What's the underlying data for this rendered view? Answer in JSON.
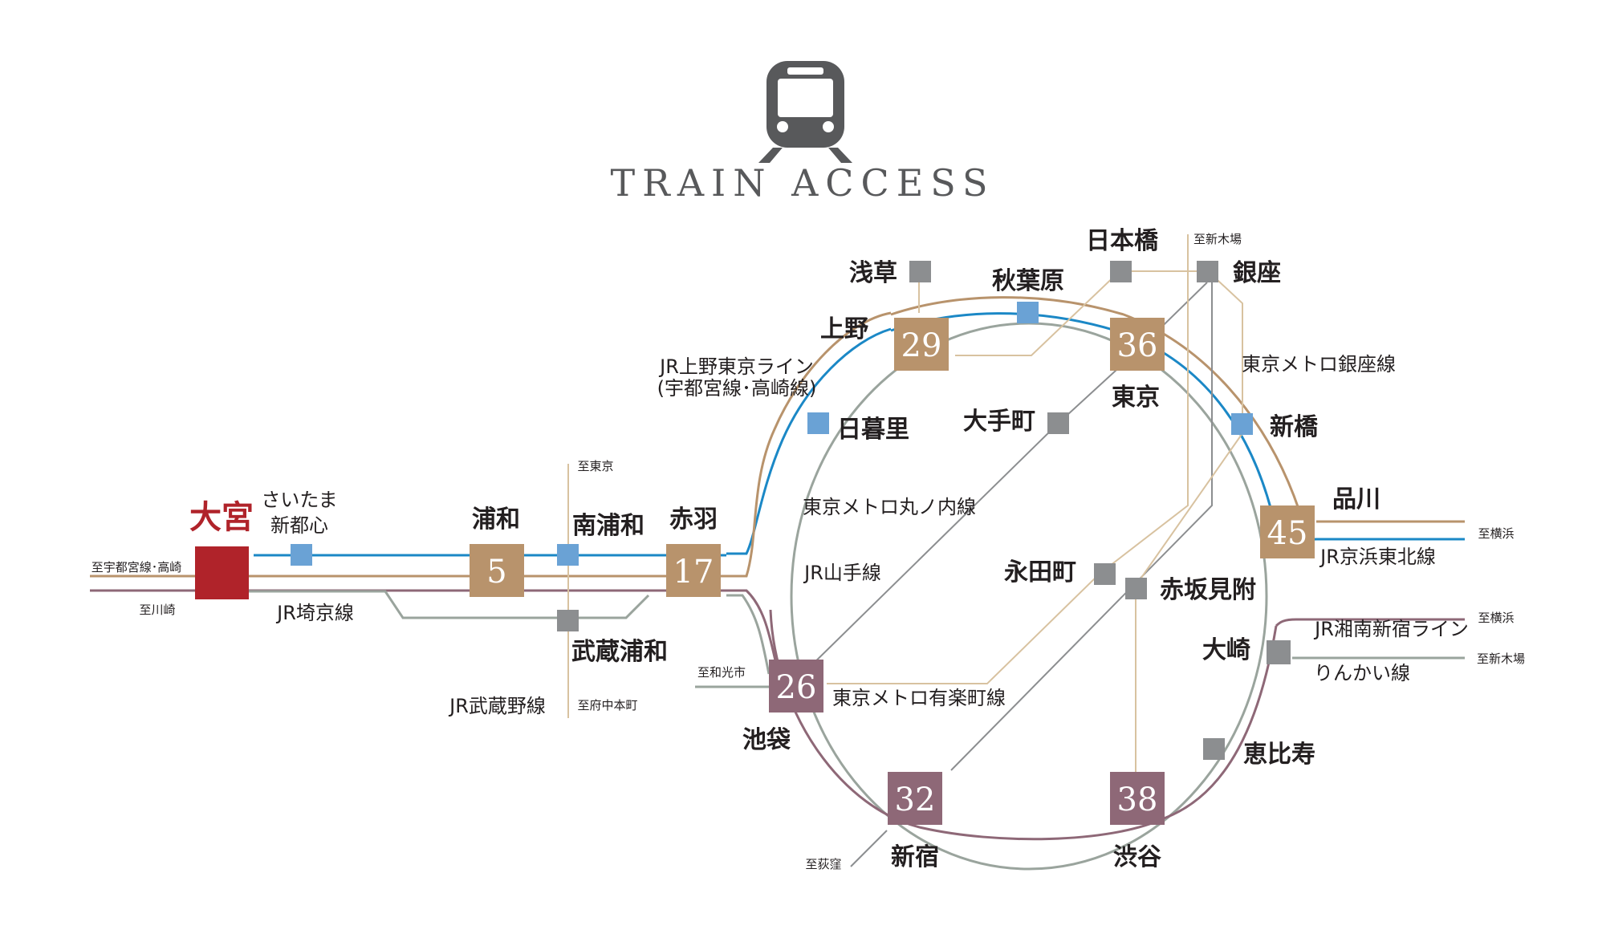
{
  "title": "TRAIN ACCESS",
  "colors": {
    "tan": "#b8936c",
    "mauve": "#8e6877",
    "blue": "#1b88c6",
    "gray": "#8c8e90",
    "sage": "#9aa49d",
    "beige": "#d8c2a0",
    "red": "#b0232a",
    "lightblue": "#6aa2d5",
    "icon": "#58595b"
  },
  "origin": {
    "name": "大宮"
  },
  "stations": {
    "urawa": {
      "name": "浦和",
      "minutes": "5"
    },
    "akabane": {
      "name": "赤羽",
      "minutes": "17"
    },
    "ueno": {
      "name": "上野",
      "minutes": "29"
    },
    "tokyo": {
      "name": "東京",
      "minutes": "36"
    },
    "shinagawa": {
      "name": "品川",
      "minutes": "45"
    },
    "shibuya": {
      "name": "渋谷",
      "minutes": "38"
    },
    "shinjuku": {
      "name": "新宿",
      "minutes": "32"
    },
    "ikebukuro": {
      "name": "池袋",
      "minutes": "26"
    }
  },
  "minor_stations": {
    "saitama_shintoshin_1": "さいたま",
    "saitama_shintoshin_2": "新都心",
    "minami_urawa": "南浦和",
    "musashi_urawa": "武蔵浦和",
    "nippori": "日暮里",
    "akihabara": "秋葉原",
    "asakusa": "浅草",
    "nihonbashi": "日本橋",
    "ginza": "銀座",
    "shimbashi": "新橋",
    "otemachi": "大手町",
    "nagatacho": "永田町",
    "akasaka_mitsuke": "赤坂見附",
    "osaki": "大崎",
    "ebisu": "恵比寿"
  },
  "lines": {
    "saikyo": "JR埼京線",
    "musashino": "JR武蔵野線",
    "ueno_tokyo_1": "JR上野東京ライン",
    "ueno_tokyo_2": "(宇都宮線･高崎線)",
    "marunouchi": "東京メトロ丸ノ内線",
    "yamanote": "JR山手線",
    "yurakucho": "東京メトロ有楽町線",
    "ginza_line": "東京メトロ銀座線",
    "keihin_tohoku": "JR京浜東北線",
    "shonan_shinjuku": "JR湘南新宿ライン",
    "rinkai": "りんかい線"
  },
  "destinations": {
    "utsunomiya_takasaki": "至宇都宮線･高崎",
    "kawasaki": "至川崎",
    "to_tokyo": "至東京",
    "fuchu_hommachi": "至府中本町",
    "wakoshi": "至和光市",
    "ogikubo": "至荻窪",
    "shinkiba_top": "至新木場",
    "yokohama_1": "至横浜",
    "yokohama_2": "至横浜",
    "shinkiba_right": "至新木場"
  }
}
